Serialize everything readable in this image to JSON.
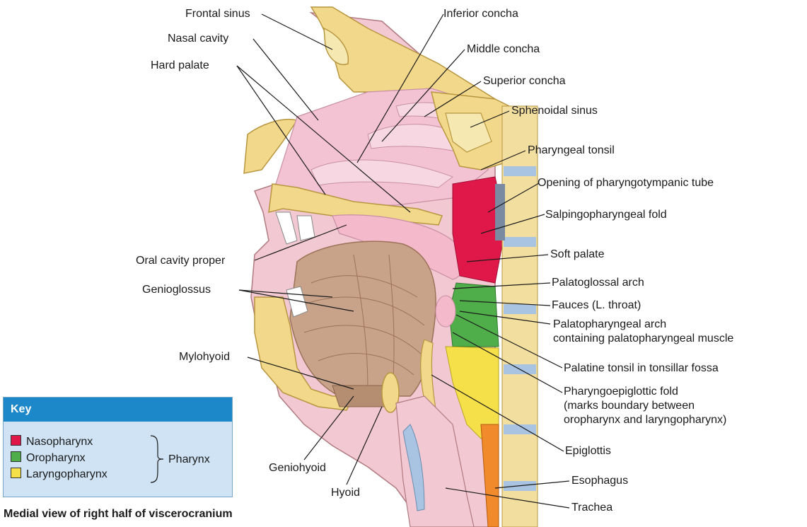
{
  "labels": {
    "frontal_sinus": "Frontal sinus",
    "nasal_cavity": "Nasal cavity",
    "hard_palate": "Hard palate",
    "inferior_concha": "Inferior concha",
    "middle_concha": "Middle concha",
    "superior_concha": "Superior concha",
    "sphenoidal_sinus": "Sphenoidal sinus",
    "pharyngeal_tonsil": "Pharyngeal tonsil",
    "opening_pharyngotympanic_tube": "Opening of pharyngotympanic tube",
    "salpingopharyngeal_fold": "Salpingopharyngeal fold",
    "soft_palate": "Soft palate",
    "palatoglossal_arch": "Palatoglossal arch",
    "fauces": "Fauces (L. throat)",
    "palatopharyngeal_arch": [
      "Palatopharyngeal arch",
      "containing palatopharyngeal muscle"
    ],
    "palatine_tonsil": "Palatine tonsil in tonsillar fossa",
    "pharyngoepiglottic_fold": [
      "Pharyngoepiglottic fold",
      "(marks boundary between",
      "oropharynx and laryngopharynx)"
    ],
    "epiglottis": "Epiglottis",
    "esophagus": "Esophagus",
    "trachea": "Trachea",
    "oral_cavity_proper": "Oral cavity proper",
    "genioglossus": "Genioglossus",
    "mylohyoid": "Mylohyoid",
    "geniohyoid": "Geniohyoid",
    "hyoid": "Hyoid"
  },
  "key": {
    "title": "Key",
    "items": [
      {
        "label": "Nasopharynx",
        "color": "#e0184a"
      },
      {
        "label": "Oropharynx",
        "color": "#4fae4a"
      },
      {
        "label": "Laryngopharynx",
        "color": "#f5e04a"
      }
    ],
    "group_label": "Pharynx"
  },
  "caption": "Medial view of right half of viscerocranium",
  "colors": {
    "bone": "#f2d88a",
    "bone_outline": "#b89640",
    "soft_tissue": "#f2c8d2",
    "mucosa": "#f7dbe3",
    "muscle": "#c8a38a",
    "muscle_dark": "#9c7258",
    "nasopharynx": "#e0184a",
    "oropharynx": "#4fae4a",
    "laryngopharynx": "#f5e04a",
    "vertebra": "#f2dfa0",
    "disc": "#a8c4e2",
    "esophagus": "#f08a2a",
    "key_header": "#1c87c9",
    "key_body": "#cfe3f4"
  }
}
